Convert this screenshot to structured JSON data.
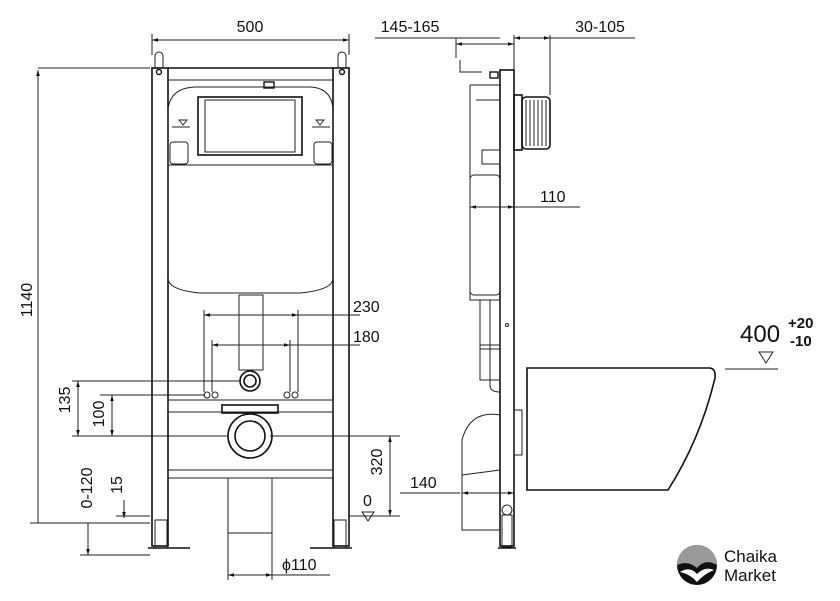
{
  "front_view": {
    "width": "500",
    "height": "1140",
    "dim_135": "135",
    "dim_100": "100",
    "dim_0_120": "0-120",
    "dim_15": "15",
    "dim_320": "320",
    "dim_0": "0",
    "dim_230": "230",
    "dim_180": "180",
    "dim_pipe": "ϕ110"
  },
  "side_view": {
    "depth": "145-165",
    "plate_offset": "30-105",
    "dim_110": "110",
    "dim_140": "140",
    "seat_height": "400",
    "seat_tol_plus": "+20",
    "seat_tol_minus": "-10"
  },
  "logo": {
    "line1": "Chaika",
    "line2": "Market",
    "accent": "#111111",
    "accent_light": "#9a9a9a"
  }
}
